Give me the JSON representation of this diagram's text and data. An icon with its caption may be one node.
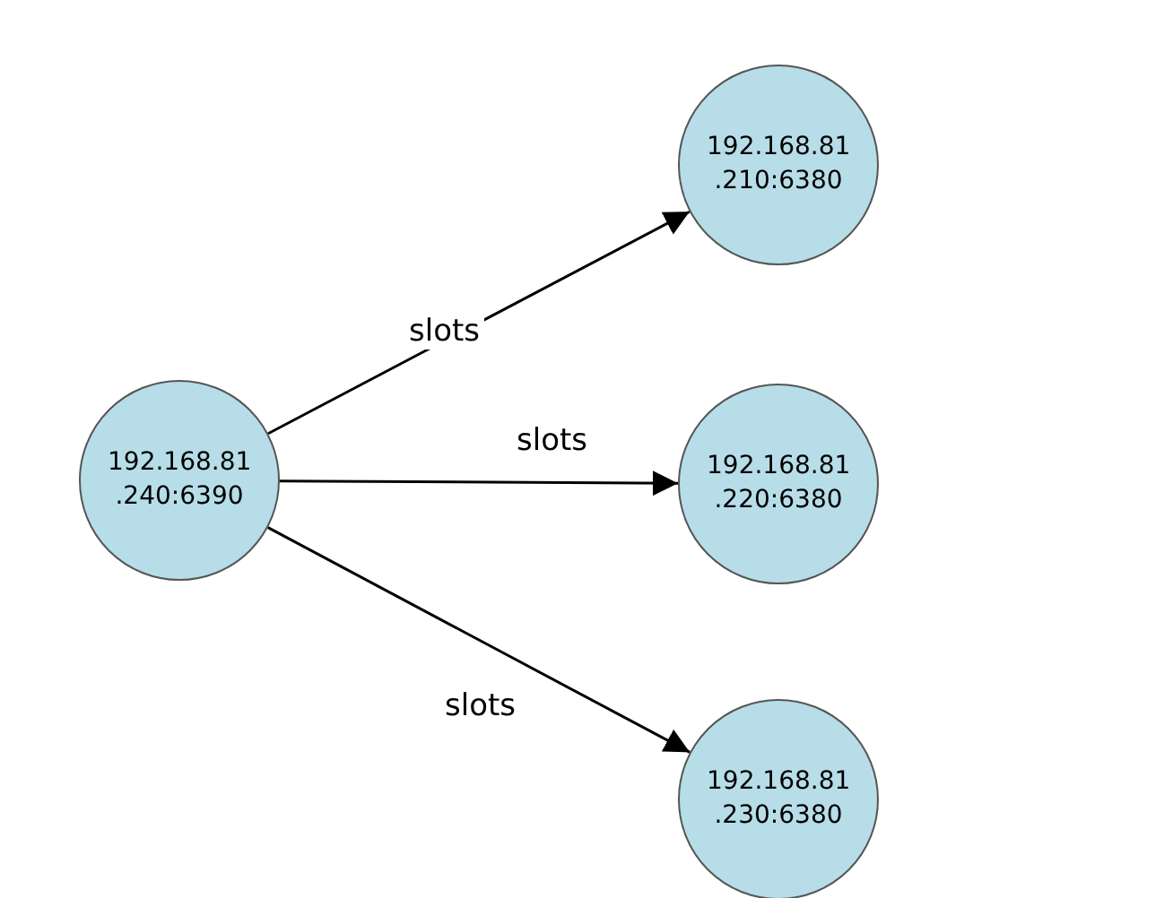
{
  "diagram": {
    "nodes": [
      {
        "text": [
          "192.168.81 .240:6390"
        ]
      },
      {
        "text": [
          "192.168.81 .210:6380"
        ]
      },
      {
        "text": [
          "192.168.81 .220:6380"
        ]
      },
      {
        "text": [
          "192.168.81 .230:6380"
        ]
      }
    ],
    "edges": [
      {
        "from": 0,
        "to": 1,
        "arrow": "to",
        "label": "slots"
      },
      {
        "from": 0,
        "to": 2,
        "arrow": "to",
        "label": "slots"
      },
      {
        "from": 0,
        "to": 3,
        "arrow": "to",
        "label": "slots"
      }
    ]
  }
}
